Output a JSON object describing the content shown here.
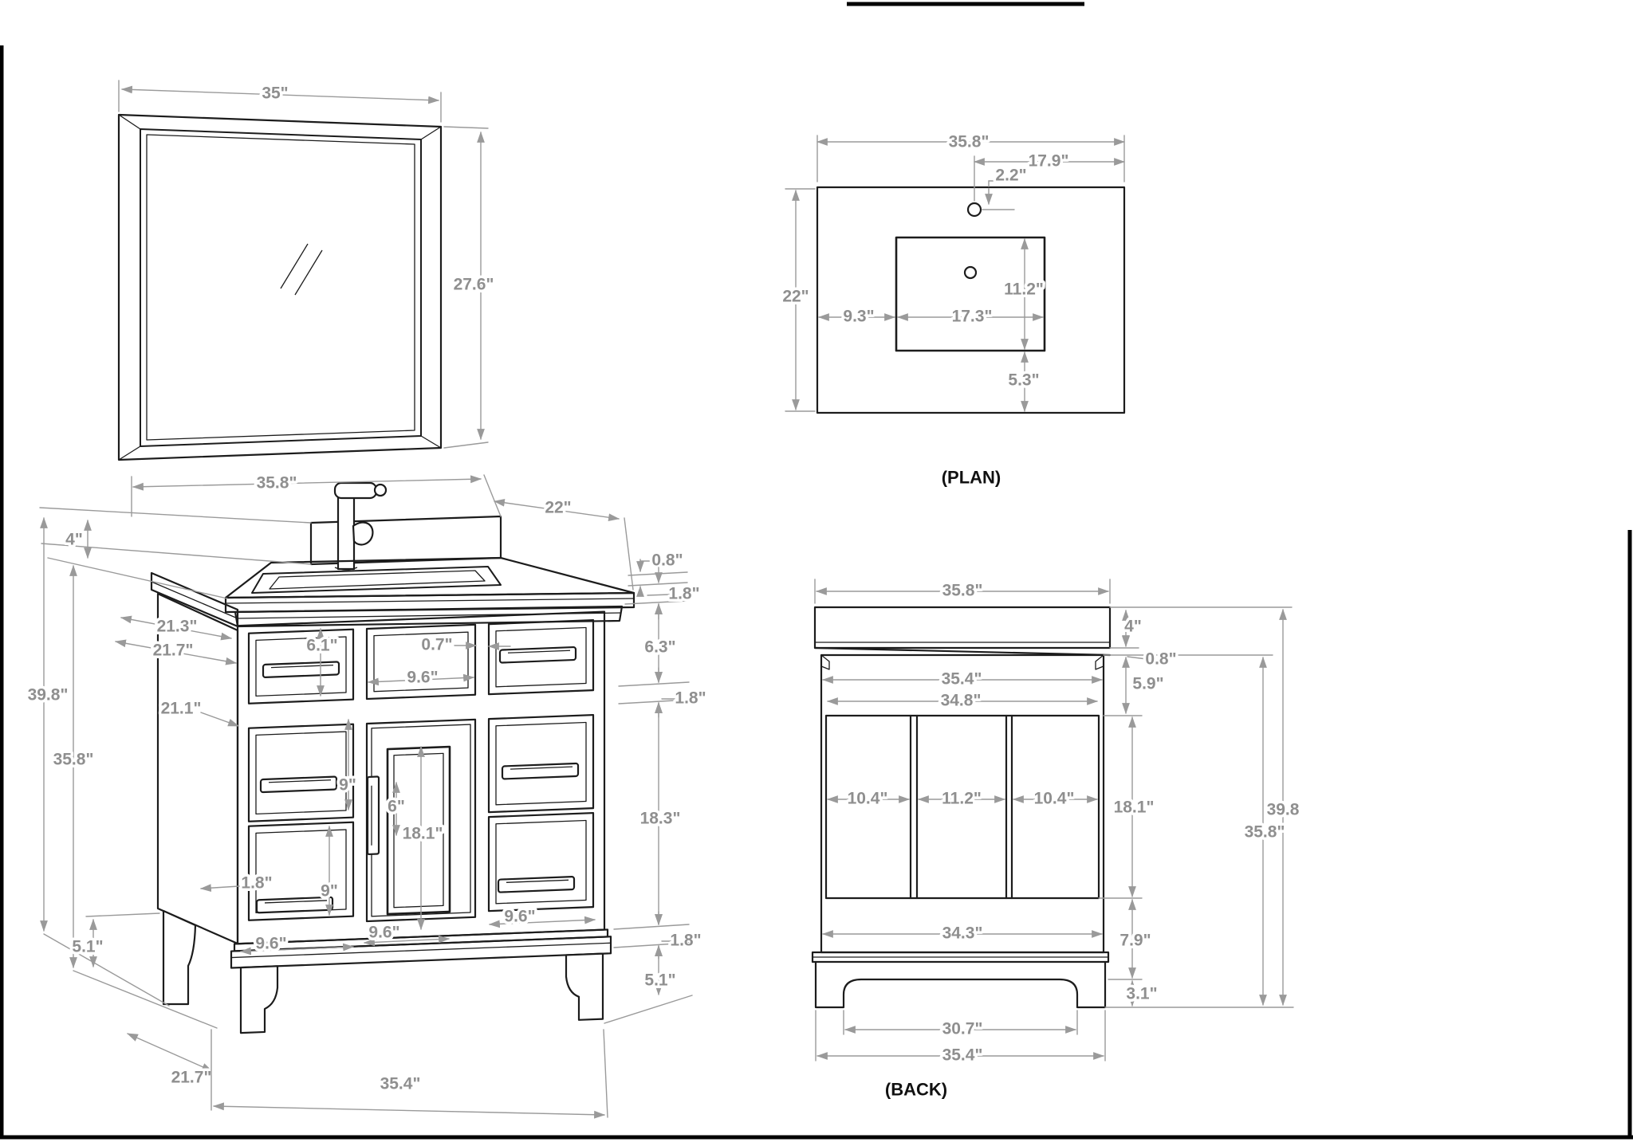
{
  "page": {
    "background": "#ffffff",
    "object_line_color": "#1c1c1c",
    "dimension_color": "#9a9a9a",
    "caption_color": "#111111"
  },
  "mirror": {
    "width": "35\"",
    "height": "27.6\""
  },
  "plan": {
    "caption": "(PLAN)",
    "overall_width": "35.8\"",
    "faucet_offset_right": "17.9\"",
    "faucet_offset_top": "2.2\"",
    "depth": "22\"",
    "sink_offset_left": "9.3\"",
    "sink_width": "17.3\"",
    "sink_depth": "11.2\"",
    "sink_offset_front": "5.3\""
  },
  "front": {
    "overall_width": "35.8\"",
    "counter_depth": "22\"",
    "backsplash_height": "4\"",
    "overall_height": "39.8\"",
    "cabinet_height": "35.8\"",
    "counter_top_depth": "21.3\"",
    "counter_mid_depth": "21.7\"",
    "side_panel_depth": "21.1\"",
    "top_drawer_height": "6.1\"",
    "stile_width": "0.7\"",
    "top_drawer_width": "9.6\"",
    "counter_lip": "0.8\"",
    "counter_edge_thickness": "1.8\"",
    "top_row_height": "6.3\"",
    "mid_rail_height": "1.8\"",
    "door_opening_height": "18.3\"",
    "bottom_rail_height": "1.8\"",
    "leg_height_right": "5.1\"",
    "upper_drawer_height": "9\"",
    "lower_drawer_height": "9\"",
    "frame_gap": "1.8\"",
    "glass_inset": "6\"",
    "glass_height": "18.1\"",
    "drawer_width_left": "9.6\"",
    "door_width": "9.6\"",
    "drawer_width_right": "9.6\"",
    "leg_height_left": "5.1\"",
    "base_depth": "21.7\"",
    "base_width": "35.4\""
  },
  "back": {
    "caption": "(BACK)",
    "overall_width": "35.8\"",
    "backsplash_height": "4\"",
    "counter_lip": "0.8\"",
    "top_rail_height": "5.9\"",
    "cabinet_width": "35.4\"",
    "panel_frame_width": "34.8\"",
    "panel_left_width": "10.4\"",
    "panel_center_width": "11.2\"",
    "panel_right_width": "10.4\"",
    "panel_height": "18.1\"",
    "overall_height": "39.8",
    "cabinet_height": "35.8\"",
    "bottom_width": "34.3\"",
    "bottom_rail_height": "7.9\"",
    "foot_height": "3.1\"",
    "cutout_width": "30.7\"",
    "base_width": "35.4\""
  }
}
